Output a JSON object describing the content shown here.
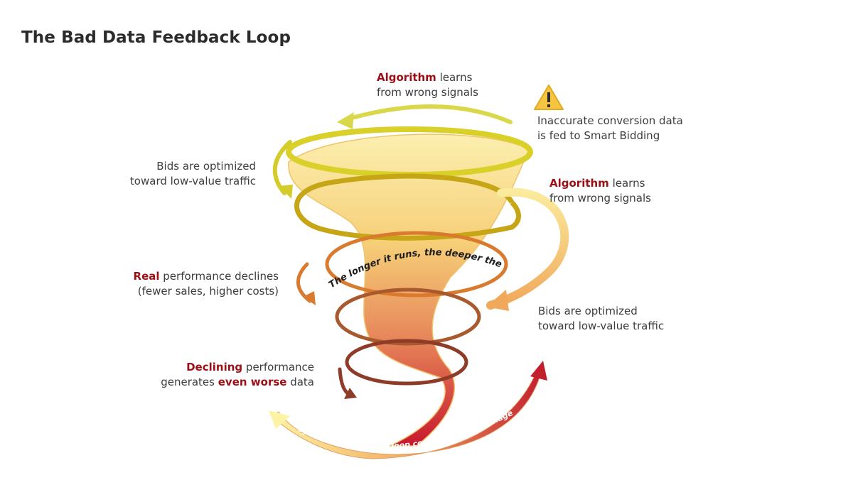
{
  "title": "The Bad Data Feedback Loop",
  "warning": {
    "icon": "warning-triangle-icon",
    "line1": "Inaccurate conversion data",
    "line2": "is fed to Smart Bidding"
  },
  "labels": {
    "algo_top": {
      "strong": "Algorithm",
      "rest": " learns",
      "line2": "from wrong signals"
    },
    "bids_left": {
      "line1": "Bids are optimized",
      "line2": "toward low-value traffic"
    },
    "algo_right": {
      "strong": "Algorithm",
      "rest": " learns",
      "line2": "from wrong signals"
    },
    "real_perf": {
      "strong": "Real",
      "rest": " performance declines",
      "line2": "(fewer sales, higher costs)"
    },
    "bids_right": {
      "line1": "Bids are optimized",
      "line2": "toward low-value traffic"
    },
    "declining": {
      "strong": "Declining",
      "rest": " performance",
      "line2_pre": "generates ",
      "line2_strong": "even worse",
      "line2_post": " data"
    }
  },
  "funnel_caption": "The longer it runs, the deeper the hole",
  "cycle_caption": "Cycle repeats — each loop compounds the damage",
  "colors": {
    "highlight": "#9c0f16",
    "yellow": "#d9d02a",
    "gold": "#c9a415",
    "orange": "#d97a2e",
    "brown": "#a85a2e",
    "deep_brown": "#8e3b28",
    "red": "#c21f2f",
    "funnel_top": "#fbe9a0",
    "funnel_bottom": "#c8182e"
  }
}
